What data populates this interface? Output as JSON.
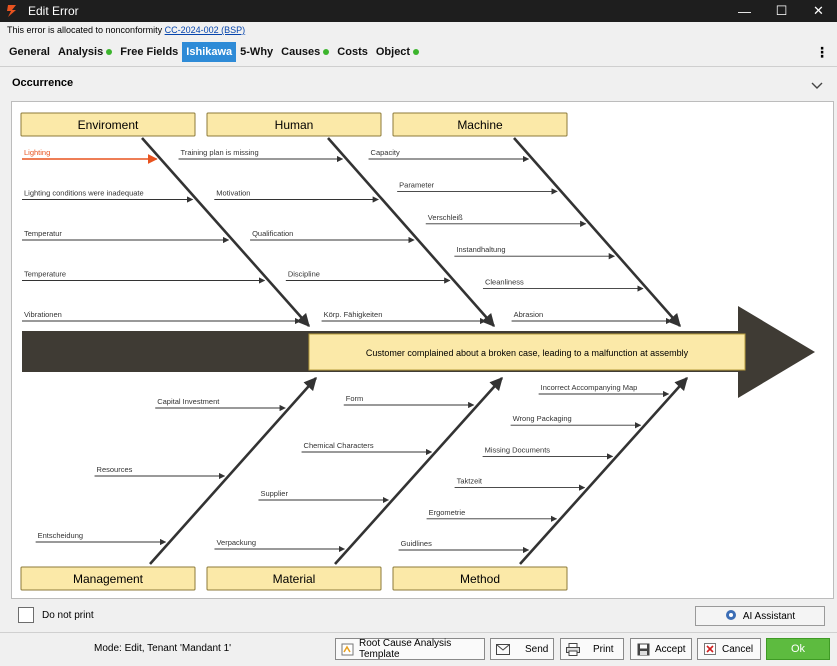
{
  "window": {
    "title": "Edit Error"
  },
  "info": {
    "prefix": "This error is allocated to nonconformity",
    "link": "CC-2024-002 (BSP)"
  },
  "tabs": [
    {
      "label": "General",
      "dot": false,
      "active": false
    },
    {
      "label": "Analysis",
      "dot": true,
      "active": false
    },
    {
      "label": "Free Fields",
      "dot": false,
      "active": false
    },
    {
      "label": "Ishikawa",
      "dot": false,
      "active": true
    },
    {
      "label": "5-Why",
      "dot": false,
      "active": false
    },
    {
      "label": "Causes",
      "dot": true,
      "active": false
    },
    {
      "label": "Costs",
      "dot": false,
      "active": false
    },
    {
      "label": "Object",
      "dot": true,
      "active": false
    }
  ],
  "section": {
    "title": "Occurrence"
  },
  "ishikawa": {
    "problem": "Customer complained about a broken case, leading to a malfunction at assembly",
    "top": [
      {
        "name": "Enviroment",
        "causes": [
          "Lighting",
          "Lighting conditions were inadequate",
          "Temperatur",
          "Temperature",
          "Vibrationen"
        ]
      },
      {
        "name": "Human",
        "causes": [
          "Training plan is missing",
          "Motivation",
          "Qualification",
          "Discipline",
          "Körp. Fähigkeiten"
        ]
      },
      {
        "name": "Machine",
        "causes": [
          "Capacity",
          "Parameter",
          "Verschleiß",
          "Instandhaltung",
          "Cleanliness",
          "Abrasion"
        ]
      }
    ],
    "bottom": [
      {
        "name": "Management",
        "causes": [
          "Capital Investment",
          "Resources",
          "Entscheidung"
        ]
      },
      {
        "name": "Material",
        "causes": [
          "Form",
          "Chemical Characters",
          "Supplier",
          "Verpackung"
        ]
      },
      {
        "name": "Method",
        "causes": [
          "Incorrect Accompanying Map",
          "Wrong Packaging",
          "Missing Documents",
          "Taktzeit",
          "Ergometrie",
          "Guidlines"
        ]
      }
    ],
    "highlight_color": "#e8531f",
    "box_color": "#fbe9a8",
    "spine_color": "#3f3b34"
  },
  "bottom": {
    "do_not_print": "Do not print",
    "ai_assistant": "AI Assistant",
    "mode": "Mode: Edit, Tenant 'Mandant 1'"
  },
  "buttons": {
    "template": "Root Cause Analysis Template",
    "send": "Send",
    "print": "Print",
    "accept": "Accept",
    "cancel": "Cancel",
    "ok": "Ok"
  }
}
